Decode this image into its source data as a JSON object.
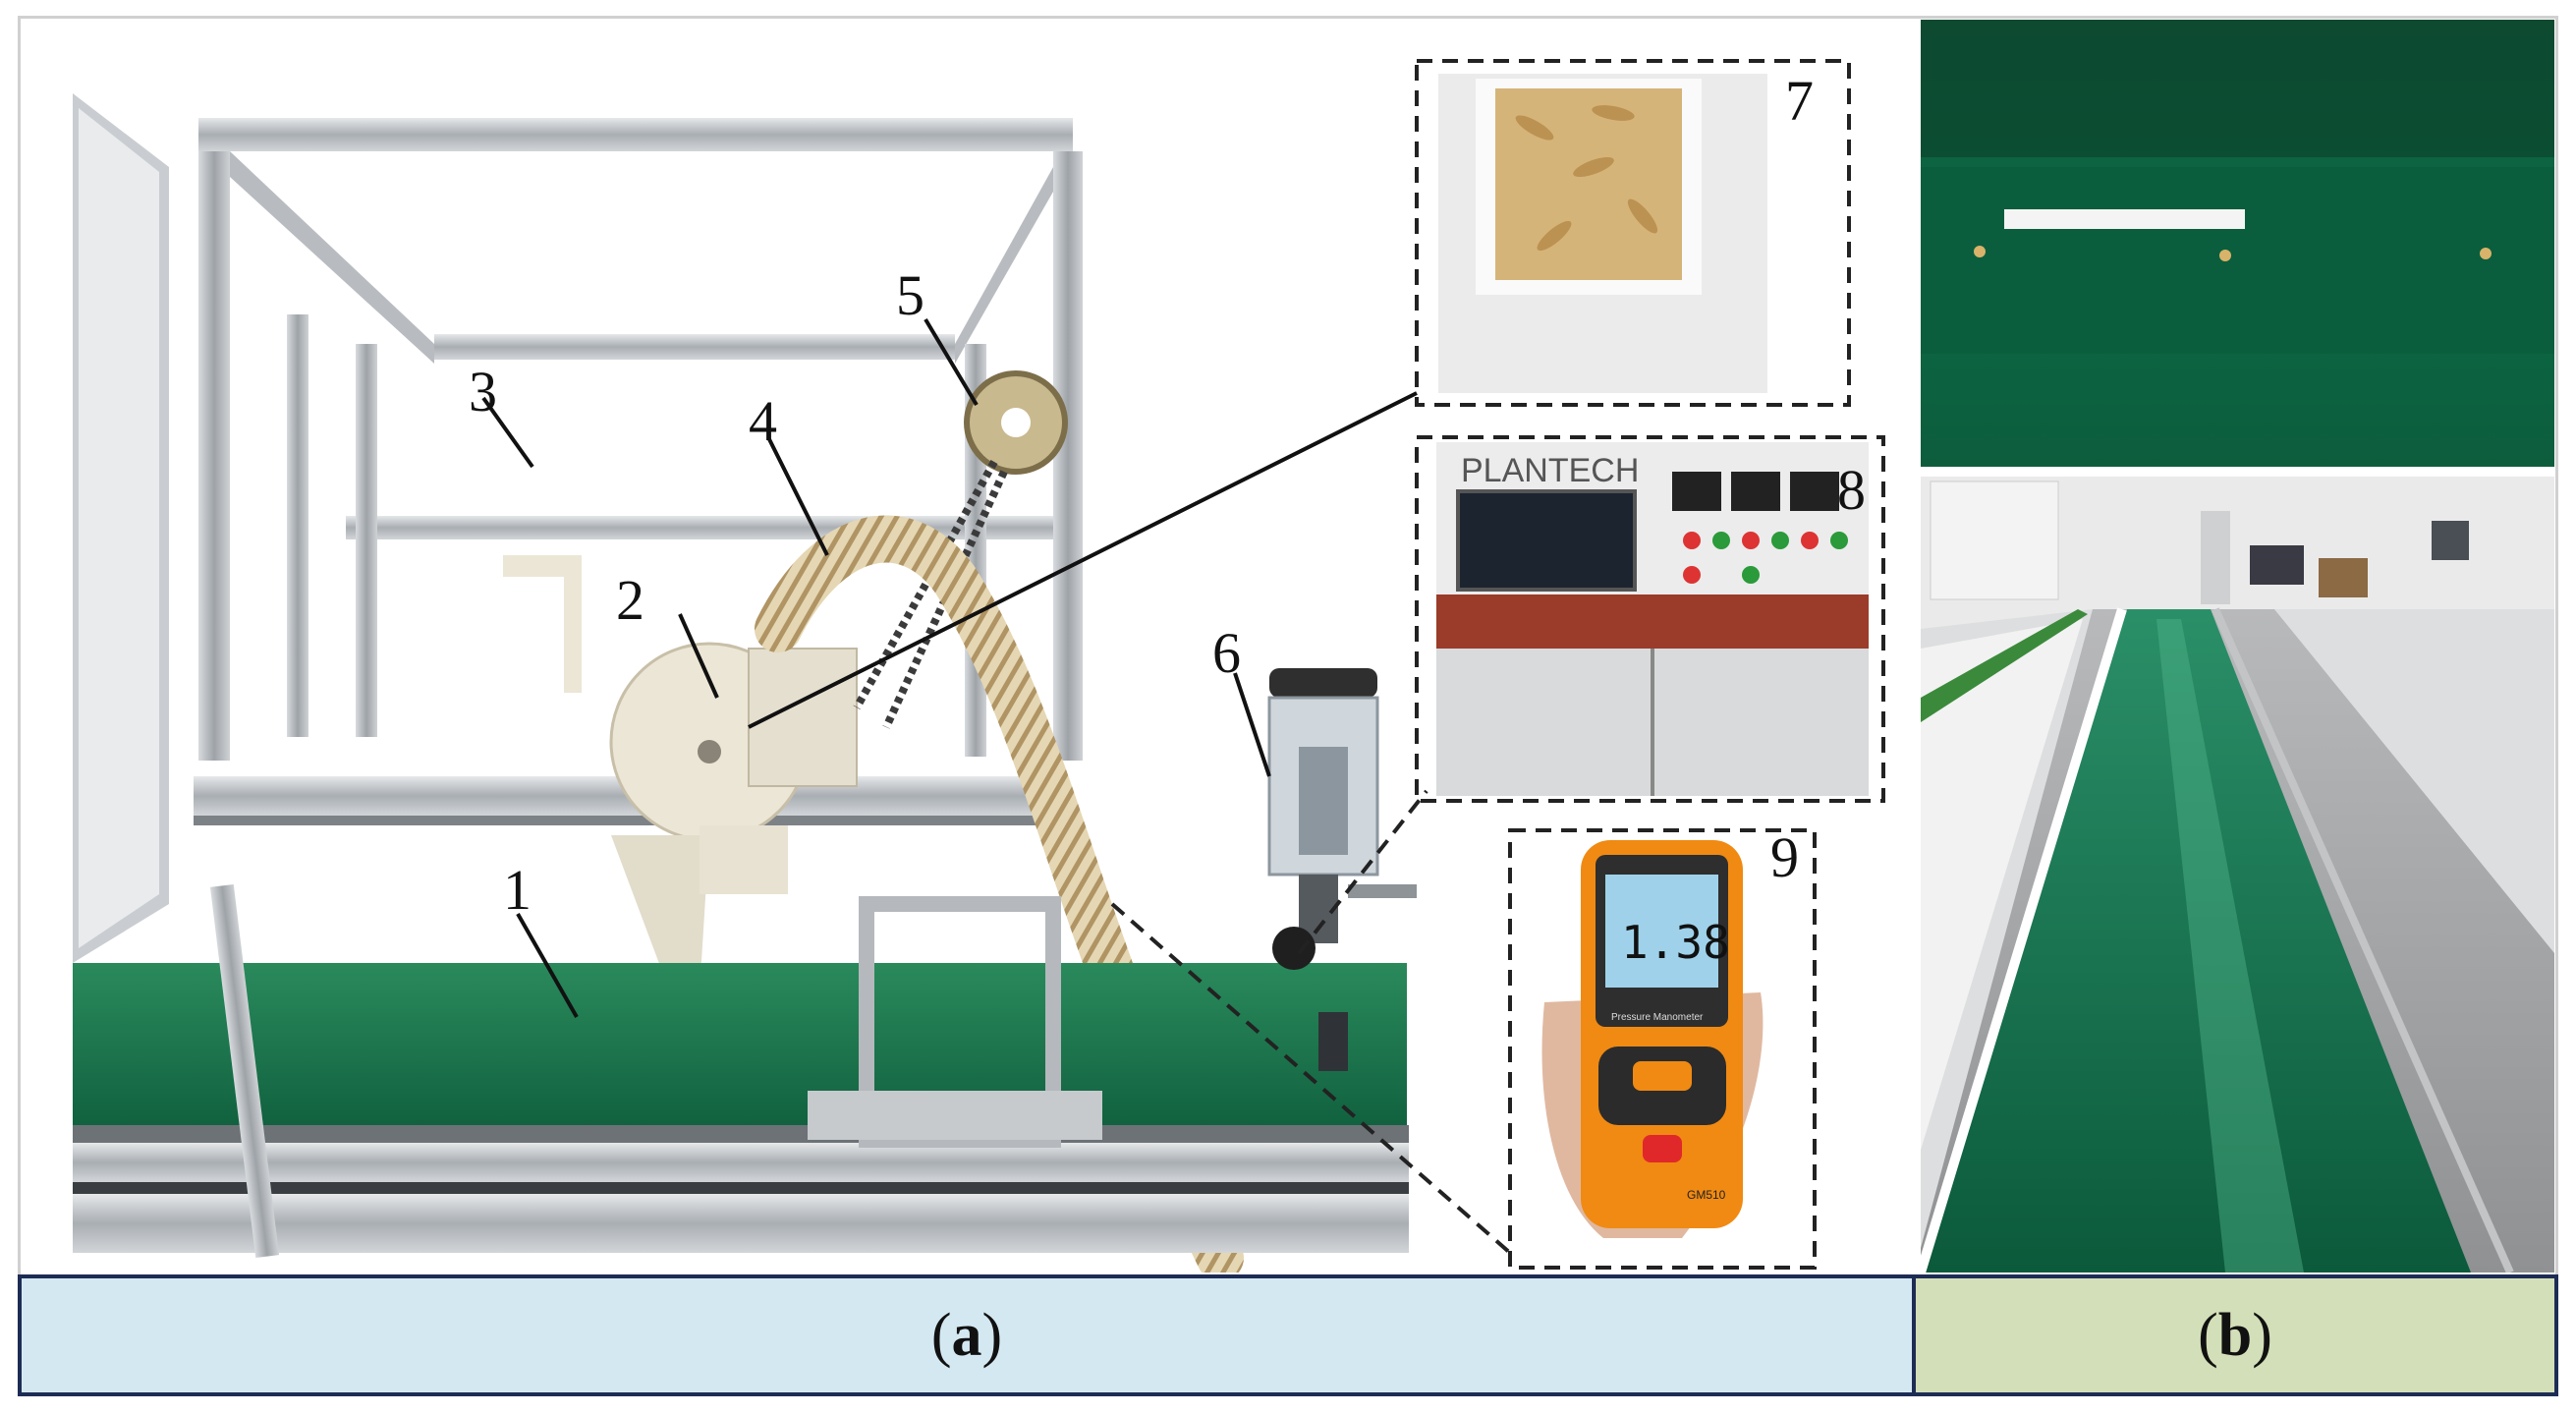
{
  "figure": {
    "panel_a": {
      "labels": [
        "1",
        "2",
        "3",
        "4",
        "5",
        "6",
        "7",
        "8",
        "9"
      ],
      "control_panel_brand": "PLANTECH",
      "meter_display": "1.38",
      "meter_caption": "Pressure Manometer",
      "meter_model": "GM510",
      "caption": "a"
    },
    "panel_b": {
      "caption": "b"
    }
  },
  "colors": {
    "caption_a_bg": "#d4e8f2",
    "caption_b_bg": "#d3dfb8",
    "caption_border": "#1d2c55",
    "belt_green": "#0f6e47"
  }
}
